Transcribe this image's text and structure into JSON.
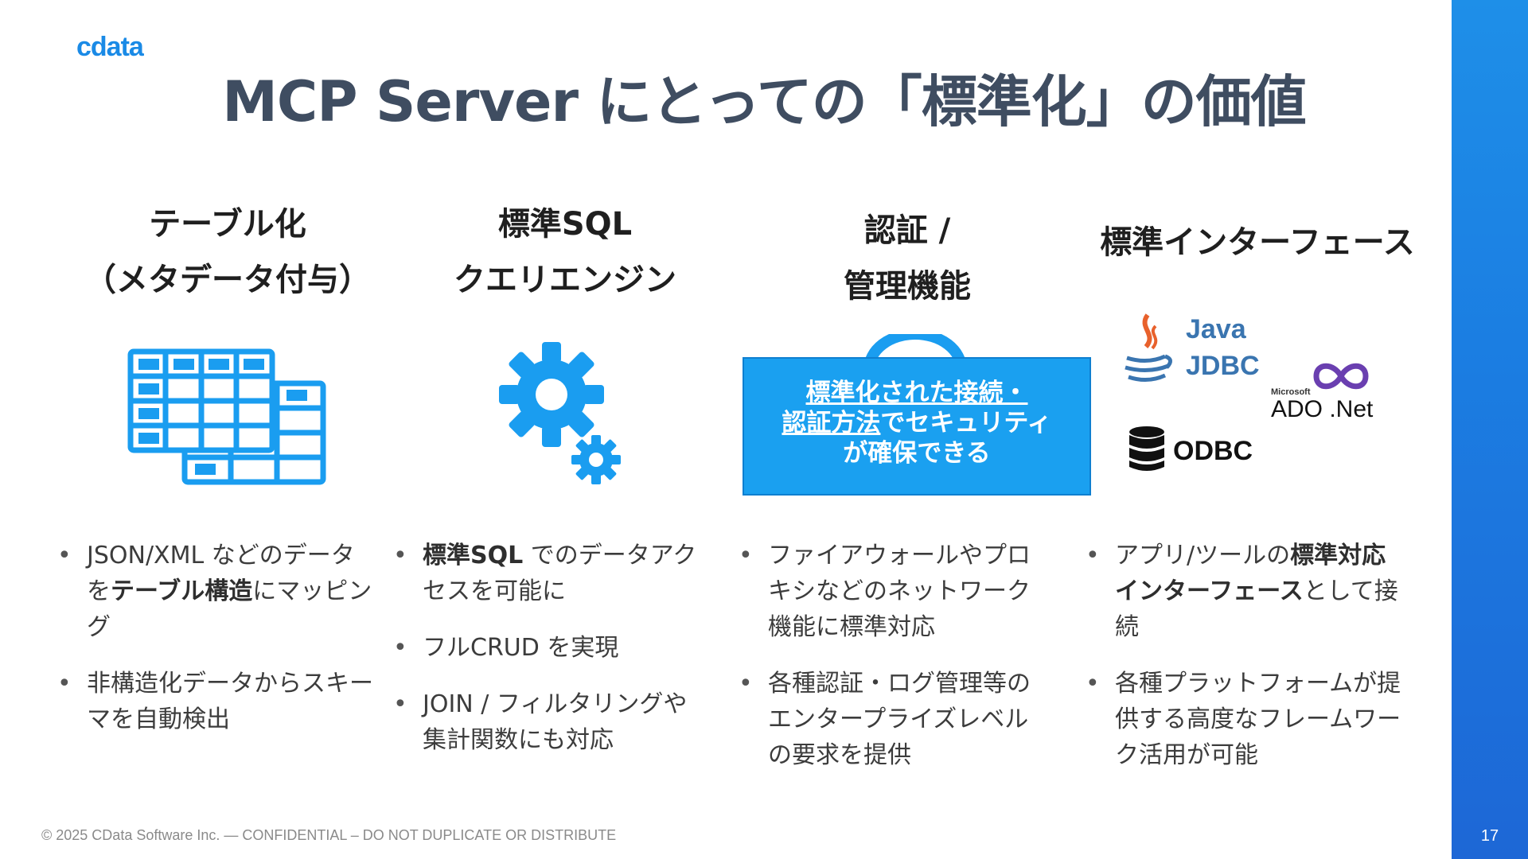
{
  "brand": {
    "logo_text": "cdata"
  },
  "title": "MCP Server にとっての「標準化」の価値",
  "columns": [
    {
      "heading_lines": [
        "テーブル化",
        "（メタデータ付与）"
      ],
      "icon": "table-icon",
      "bullets": [
        {
          "pre": "JSON/XML などのデータを",
          "bold": "テーブル構造",
          "post": "にマッピング"
        },
        {
          "pre": "非構造化データからスキーマを自動検出",
          "bold": "",
          "post": ""
        }
      ]
    },
    {
      "heading_lines": [
        "標準SQL",
        "クエリエンジン"
      ],
      "icon": "gears-icon",
      "bullets": [
        {
          "pre": "",
          "bold": "標準SQL",
          "post": " でのデータアクセスを可能に"
        },
        {
          "pre": "フルCRUD を実現",
          "bold": "",
          "post": ""
        },
        {
          "pre": "JOIN / フィルタリングや集計関数にも対応",
          "bold": "",
          "post": ""
        }
      ]
    },
    {
      "heading_lines": [
        "認証 /",
        "管理機能"
      ],
      "icon": "lock-icon",
      "callout": {
        "line1": "標準化された接続・",
        "line2_underlined": "認証方法",
        "line2_rest": "でセキュリティ",
        "line3": "が確保できる"
      },
      "bullets": [
        {
          "pre": "ファイアウォールやプロキシなどのネットワーク機能に標準対応",
          "bold": "",
          "post": ""
        },
        {
          "pre": "各種認証・ログ管理等のエンタープライズレベルの要求を提供",
          "bold": "",
          "post": ""
        }
      ]
    },
    {
      "heading_lines": [
        "標準インターフェース"
      ],
      "logos": {
        "java": "Java",
        "jdbc": "JDBC",
        "microsoft": "Microsoft",
        "ado": "ADO .Net",
        "odbc": "ODBC"
      },
      "bullets": [
        {
          "pre": "アプリ/ツールの",
          "bold": "標準対応インターフェース",
          "post": "として接続"
        },
        {
          "pre": "各種プラットフォームが提供する高度なフレームワーク活用が可能",
          "bold": "",
          "post": ""
        }
      ]
    }
  ],
  "footer": "© 2025 CData Software Inc. — CONFIDENTIAL – DO NOT DUPLICATE OR DISTRIBUTE",
  "page_number": "17",
  "colors": {
    "accent": "#1aa0f0",
    "title": "#3f4d61",
    "sidebar": "#1b7ee2"
  }
}
